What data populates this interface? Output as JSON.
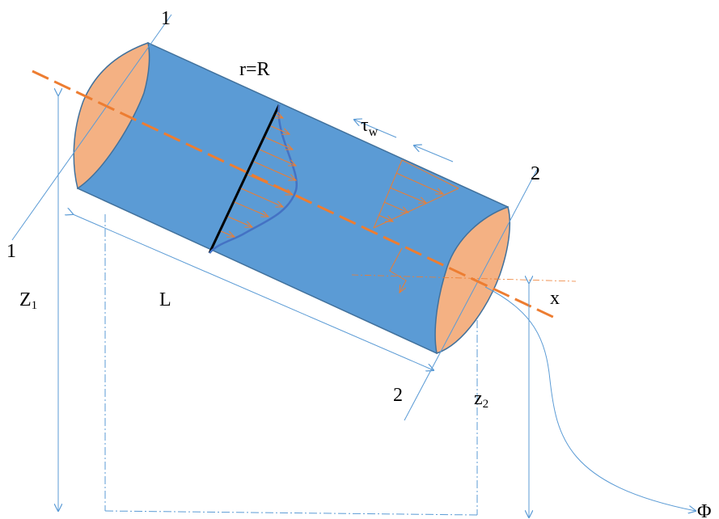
{
  "labels": {
    "section1_top": "1",
    "section1_bottom": "1",
    "section2_top": "2",
    "section2_bottom": "2",
    "radius": "r=R",
    "wall_stress_symbol": "τ",
    "wall_stress_sub": "w",
    "z1_symbol": "Z",
    "z1_sub": "1",
    "z2_symbol": "z",
    "z2_sub": "2",
    "length": "L",
    "axis": "x",
    "angle": "Φ"
  },
  "colors": {
    "pipe_body": "#5B9BD5",
    "pipe_outline": "#41719C",
    "end_cap": "#F4B183",
    "axis_line": "#ED7D31",
    "thin_lines": "#5B9BD5",
    "profile_curve": "#4472C4",
    "profile_arrows": "#ED7D31",
    "section_line": "#000000"
  }
}
